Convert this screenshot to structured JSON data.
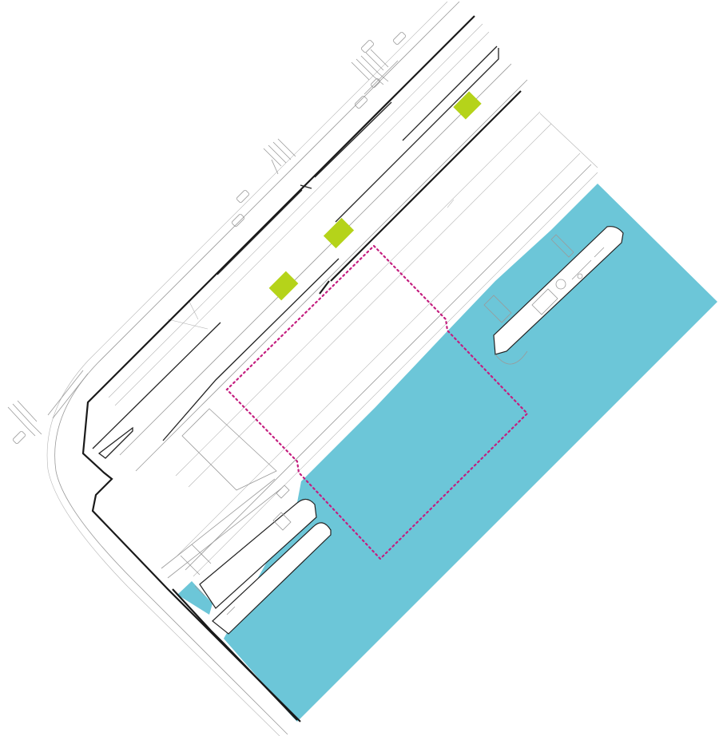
{
  "colors": {
    "water": "#6CC6D8",
    "highlight": "#B5D31A",
    "boundary": "#C41E7F",
    "wall": "#1A1A1A",
    "linework": "#9A9A9A",
    "background": "#FFFFFF"
  },
  "layers": {
    "water": "harbour-basin",
    "quay": "quay-structure",
    "roads": "road-lanes",
    "parking": "parked-cars",
    "highlights": "highlight-patches",
    "boundary": "site-boundary-dotted",
    "vessels": [
      "moored-ship",
      "moored-barge"
    ]
  },
  "icons": [
    "car-icon",
    "ship-icon",
    "barge-icon"
  ]
}
